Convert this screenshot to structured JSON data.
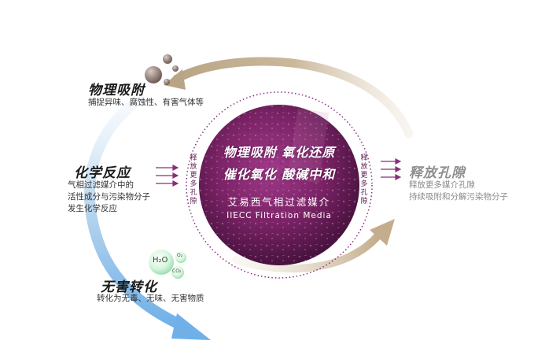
{
  "center": {
    "line1": "物理吸附  氧化还原",
    "line2": "催化氧化  酸碱中和",
    "name_cn": "艾易西气相过滤媒介",
    "name_en": "IIECC Filtration Media",
    "left_vertical": "释放更多孔隙",
    "right_vertical": "释放更多孔隙"
  },
  "physical": {
    "title": "物理吸附",
    "desc": "捕捉异味、腐蚀性、有害气体等"
  },
  "chemical": {
    "title": "化学反应",
    "desc_lines": [
      "气相过滤媒介中的",
      "活性成分与污染物分子",
      "发生化学反应"
    ]
  },
  "harmless": {
    "title": "无害转化",
    "desc": "转化为无毒、无味、无害物质"
  },
  "release": {
    "title": "释放孔隙",
    "desc_lines": [
      "释放更多媒介孔隙",
      "持续吸附和分解污染物分子"
    ]
  },
  "molecules": {
    "h2o": "H₂O",
    "o2": "O₂",
    "co2": "CO₂"
  },
  "colors": {
    "purple": "#8a2f7c",
    "arrow_beige": "#c9b69a",
    "arrow_blue": "#8fbfe6",
    "bubble_green": "#a8e6b8"
  }
}
